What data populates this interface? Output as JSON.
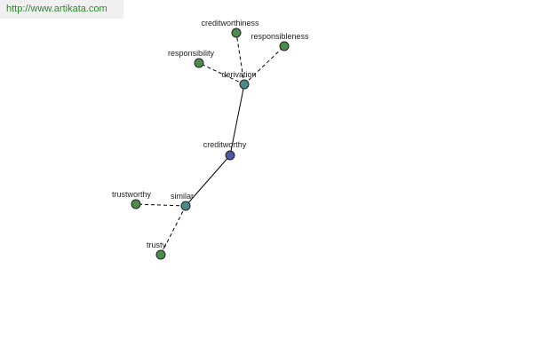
{
  "header": {
    "url": "http://www.artikata.com"
  },
  "colors": {
    "leaf": "#4e8c4e",
    "relation": "#4a8a8a",
    "root": "#4a5aa0",
    "url_text": "#2a8a2a",
    "banner_bg": "#f0f0f0"
  },
  "graph": {
    "nodes": [
      {
        "id": "creditworthy",
        "label": "creditworthy",
        "kind": "root"
      },
      {
        "id": "derivation",
        "label": "derivation",
        "kind": "relation"
      },
      {
        "id": "similar",
        "label": "similar",
        "kind": "relation"
      },
      {
        "id": "creditworthiness",
        "label": "creditworthiness",
        "kind": "leaf"
      },
      {
        "id": "responsibleness",
        "label": "responsibleness",
        "kind": "leaf"
      },
      {
        "id": "responsibility",
        "label": "responsibility",
        "kind": "leaf"
      },
      {
        "id": "trustworthy",
        "label": "trustworthy",
        "kind": "leaf"
      },
      {
        "id": "trusty",
        "label": "trusty",
        "kind": "leaf"
      }
    ],
    "edges": [
      {
        "from": "creditworthy",
        "to": "derivation",
        "style": "solid"
      },
      {
        "from": "creditworthy",
        "to": "similar",
        "style": "solid"
      },
      {
        "from": "derivation",
        "to": "creditworthiness",
        "style": "dashed"
      },
      {
        "from": "derivation",
        "to": "responsibleness",
        "style": "dashed"
      },
      {
        "from": "derivation",
        "to": "responsibility",
        "style": "dashed"
      },
      {
        "from": "similar",
        "to": "trustworthy",
        "style": "dashed"
      },
      {
        "from": "similar",
        "to": "trusty",
        "style": "dashed"
      }
    ]
  }
}
